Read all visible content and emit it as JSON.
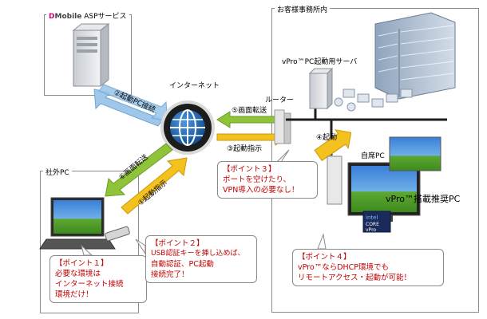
{
  "regions": {
    "asp": {
      "logo_mark": "D",
      "logo_text": "Mobile",
      "label": "ASPサービス"
    },
    "office": {
      "label": "お客様事務所内"
    },
    "outside": {
      "label": "社外PC"
    }
  },
  "nodes": {
    "internet": "インターネット",
    "router": "ルーター",
    "startup_server": "vPro™PC起動用サーバ",
    "own_pc": "自席PC",
    "vpro_pc": "vPro™搭載推奨PC"
  },
  "arrows": {
    "startup_connect": "②起動PC接続",
    "screen_transfer_5": "⑤画面転送",
    "startup_instruction_3": "③起動指示",
    "startup_4": "④起動",
    "screen_transfer_6": "⑥画面転送",
    "startup_instruction_1": "①起動指示"
  },
  "callouts": {
    "point1": {
      "title": "【ポイント１】",
      "lines": [
        "必要な環境は",
        "インターネット接続",
        "環境だけ！"
      ]
    },
    "point2": {
      "title": "【ポイント２】",
      "lines": [
        "USB認証キーを挿し込めば、",
        "自動認証、PC起動",
        "接続完了！"
      ]
    },
    "point3": {
      "title": "【ポイント３】",
      "lines": [
        "ポートを空けたり、",
        "VPN導入の必要なし！"
      ]
    },
    "point4": {
      "title": "【ポイント４】",
      "lines": [
        "vPro™ならDHCP環境でも",
        "リモートアクセス・起動が可能！"
      ]
    }
  },
  "badge": {
    "brand": "intel",
    "line1": "CORE",
    "line2": "vPro"
  },
  "colors": {
    "blue_arrow": "#9ec7ea",
    "green_arrow": "#8fc43a",
    "yellow_arrow": "#f4c21f",
    "callout_text": "#c00000",
    "globe": "#1a5fa8"
  }
}
